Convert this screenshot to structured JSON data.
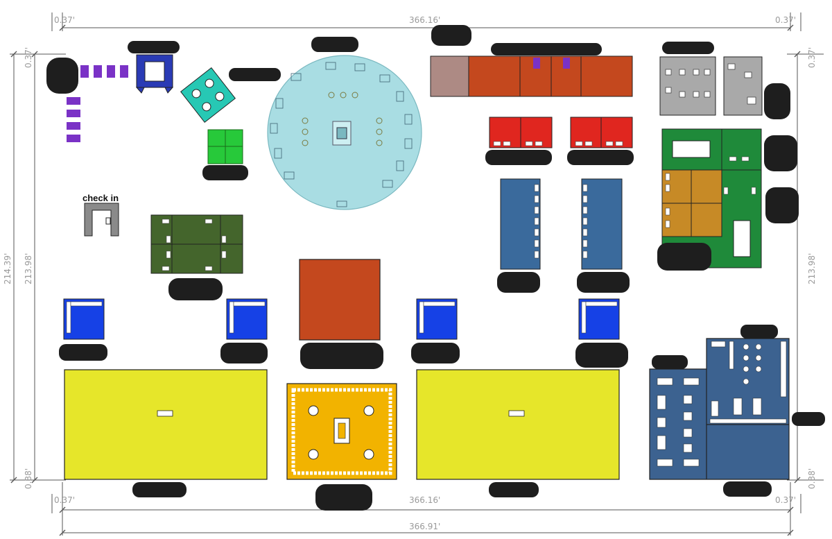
{
  "dimensions": {
    "top_left_offset": "0.37'",
    "top_total": "366.16'",
    "top_right_offset": "0.37'",
    "bottom_left_offset": "0.37'",
    "bottom_total": "366.16'",
    "bottom_right_offset": "0.37'",
    "overall_width": "366.91'",
    "left_top_offset": "0.37'",
    "left_outer_height": "214.39'",
    "left_inner_height": "213.98'",
    "left_bottom_offset": "0.38'",
    "right_top_offset": "0.37'",
    "right_inner_height": "213.98'",
    "right_bottom_offset": "0.38'"
  },
  "labels": {
    "check_in": "check in"
  },
  "colors": {
    "purple": "#7a32c6",
    "royal_blue": "#2a3bb5",
    "teal": "#27c8b4",
    "green": "#27c93a",
    "circle_fill": "#a9dde3",
    "terracotta": "#c4481e",
    "mauve": "#ad8a84",
    "red": "#e0261f",
    "steel_blue": "#3a6a9c",
    "grey_room": "#a9a9a9",
    "forest_green": "#1f8a3a",
    "ochre": "#c78a26",
    "olive_green": "#44652c",
    "bright_blue": "#1641e6",
    "yellow": "#e6e62a",
    "gold": "#f2b300",
    "navy_blue": "#3c6290",
    "redaction": "#1e1e1e"
  }
}
